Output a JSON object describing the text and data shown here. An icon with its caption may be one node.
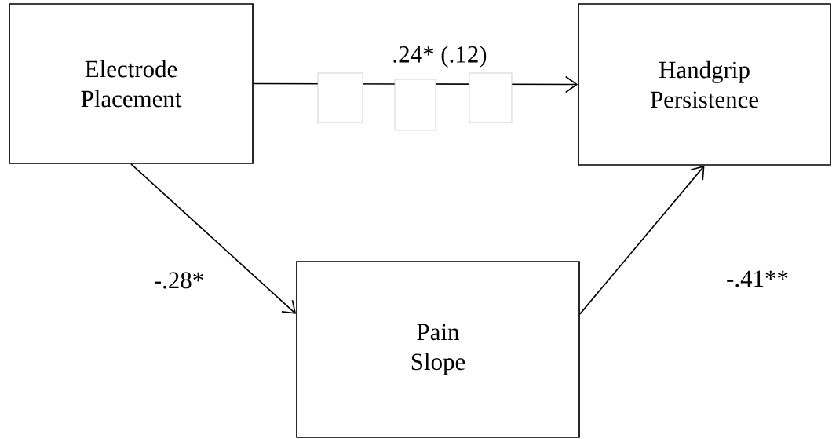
{
  "diagram": {
    "nodes": [
      {
        "text": [
          "Electrode Placement"
        ]
      },
      {
        "text": [
          "Handgrip Persistence"
        ]
      },
      {
        "text": [
          "Pain Slope"
        ]
      }
    ],
    "edges": [
      {
        "from": 0,
        "to": 1,
        "arrow": "to",
        "label": ".24* (.12)"
      },
      {
        "from": 0,
        "to": 2,
        "arrow": "to",
        "label": "-.28*"
      },
      {
        "from": 2,
        "to": 1,
        "arrow": "to",
        "label": "-.41**"
      }
    ]
  }
}
